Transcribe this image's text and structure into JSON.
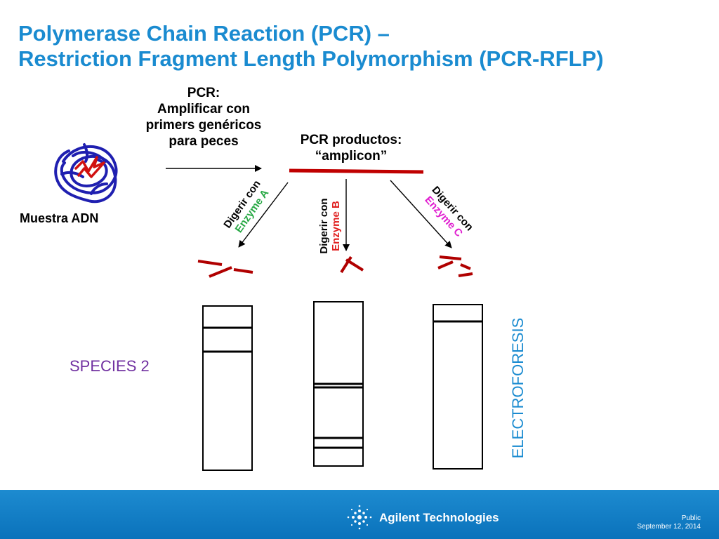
{
  "title": {
    "line1": "Polymerase Chain Reaction (PCR) –",
    "line2": "Restriction Fragment Length Polymorphism (PCR-RFLP)"
  },
  "pcr_label": {
    "line1": "PCR:",
    "line2": "Amplificar con",
    "line3": "primers genéricos",
    "line4": "para peces"
  },
  "products_label": {
    "line1": "PCR productos:",
    "line2": "“amplicon”"
  },
  "sample_label": "Muestra ADN",
  "digest": {
    "a": {
      "prefix": "Digerir con",
      "enzyme": "Enzyme A"
    },
    "b": {
      "prefix": "Digerir con",
      "enzyme": "Enzyme B"
    },
    "c": {
      "prefix": "Digerir con",
      "enzyme": "Enzyme C"
    }
  },
  "species_label": "SPECIES 2",
  "electro_label": "ELECTROFORESIS",
  "footer": {
    "company": "Agilent Technologies",
    "classification": "Public",
    "date": "September 12, 2014"
  },
  "colors": {
    "title": "#1a8bd0",
    "dna_strand": "#1f1fb0",
    "amplicon": "#c00000",
    "enzyme_a": "#27a844",
    "enzyme_b": "#e02020",
    "enzyme_c": "#e020d0",
    "species": "#7030a0",
    "footer": "#0a72bb"
  }
}
